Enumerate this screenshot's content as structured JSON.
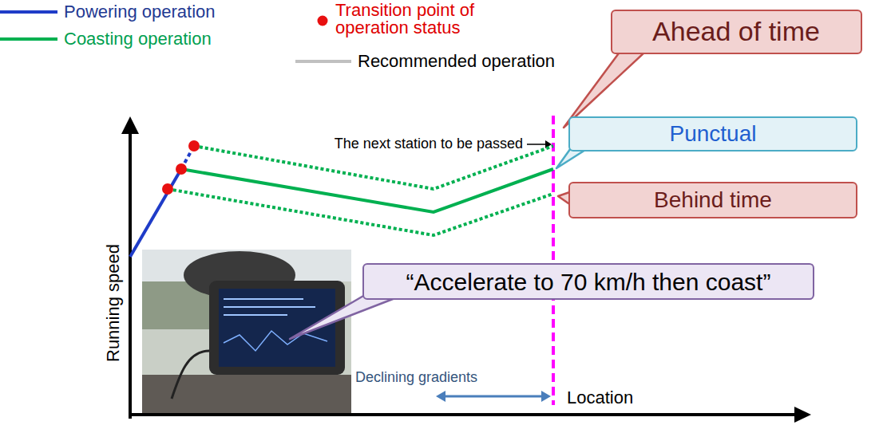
{
  "diagram": {
    "nodes": [
      {
        "text": [
          "Ahead of time"
        ]
      },
      {
        "text": [
          "Punctual"
        ]
      },
      {
        "text": [
          "Behind time"
        ]
      },
      {
        "text": [
          "“Accelerate to 70 km/h then coast”"
        ]
      }
    ],
    "labels": [
      "The next station to be passed",
      "Running speed",
      "Location",
      "Declining gradients"
    ],
    "legend": [
      {
        "text": "Powering operation"
      },
      {
        "text": "Transition point of operation status"
      },
      {
        "text": "Coasting operation"
      },
      {
        "text": "Recommended operation"
      }
    ]
  }
}
